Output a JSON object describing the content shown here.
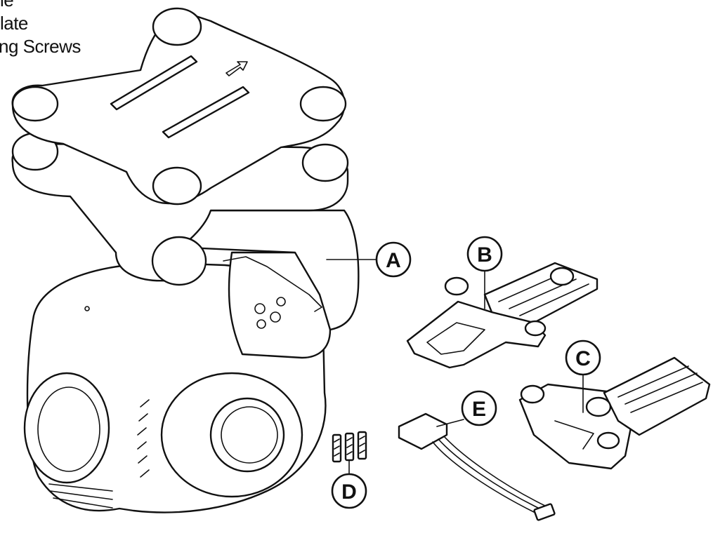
{
  "legend": {
    "items": [
      "ble",
      "plate",
      "ting Screws"
    ]
  },
  "callouts": [
    {
      "id": "a",
      "letter": "A"
    },
    {
      "id": "b",
      "letter": "B"
    },
    {
      "id": "c",
      "letter": "C"
    },
    {
      "id": "d",
      "letter": "D"
    },
    {
      "id": "e",
      "letter": "E"
    }
  ],
  "colors": {
    "line": "#111111",
    "background": "#ffffff"
  }
}
